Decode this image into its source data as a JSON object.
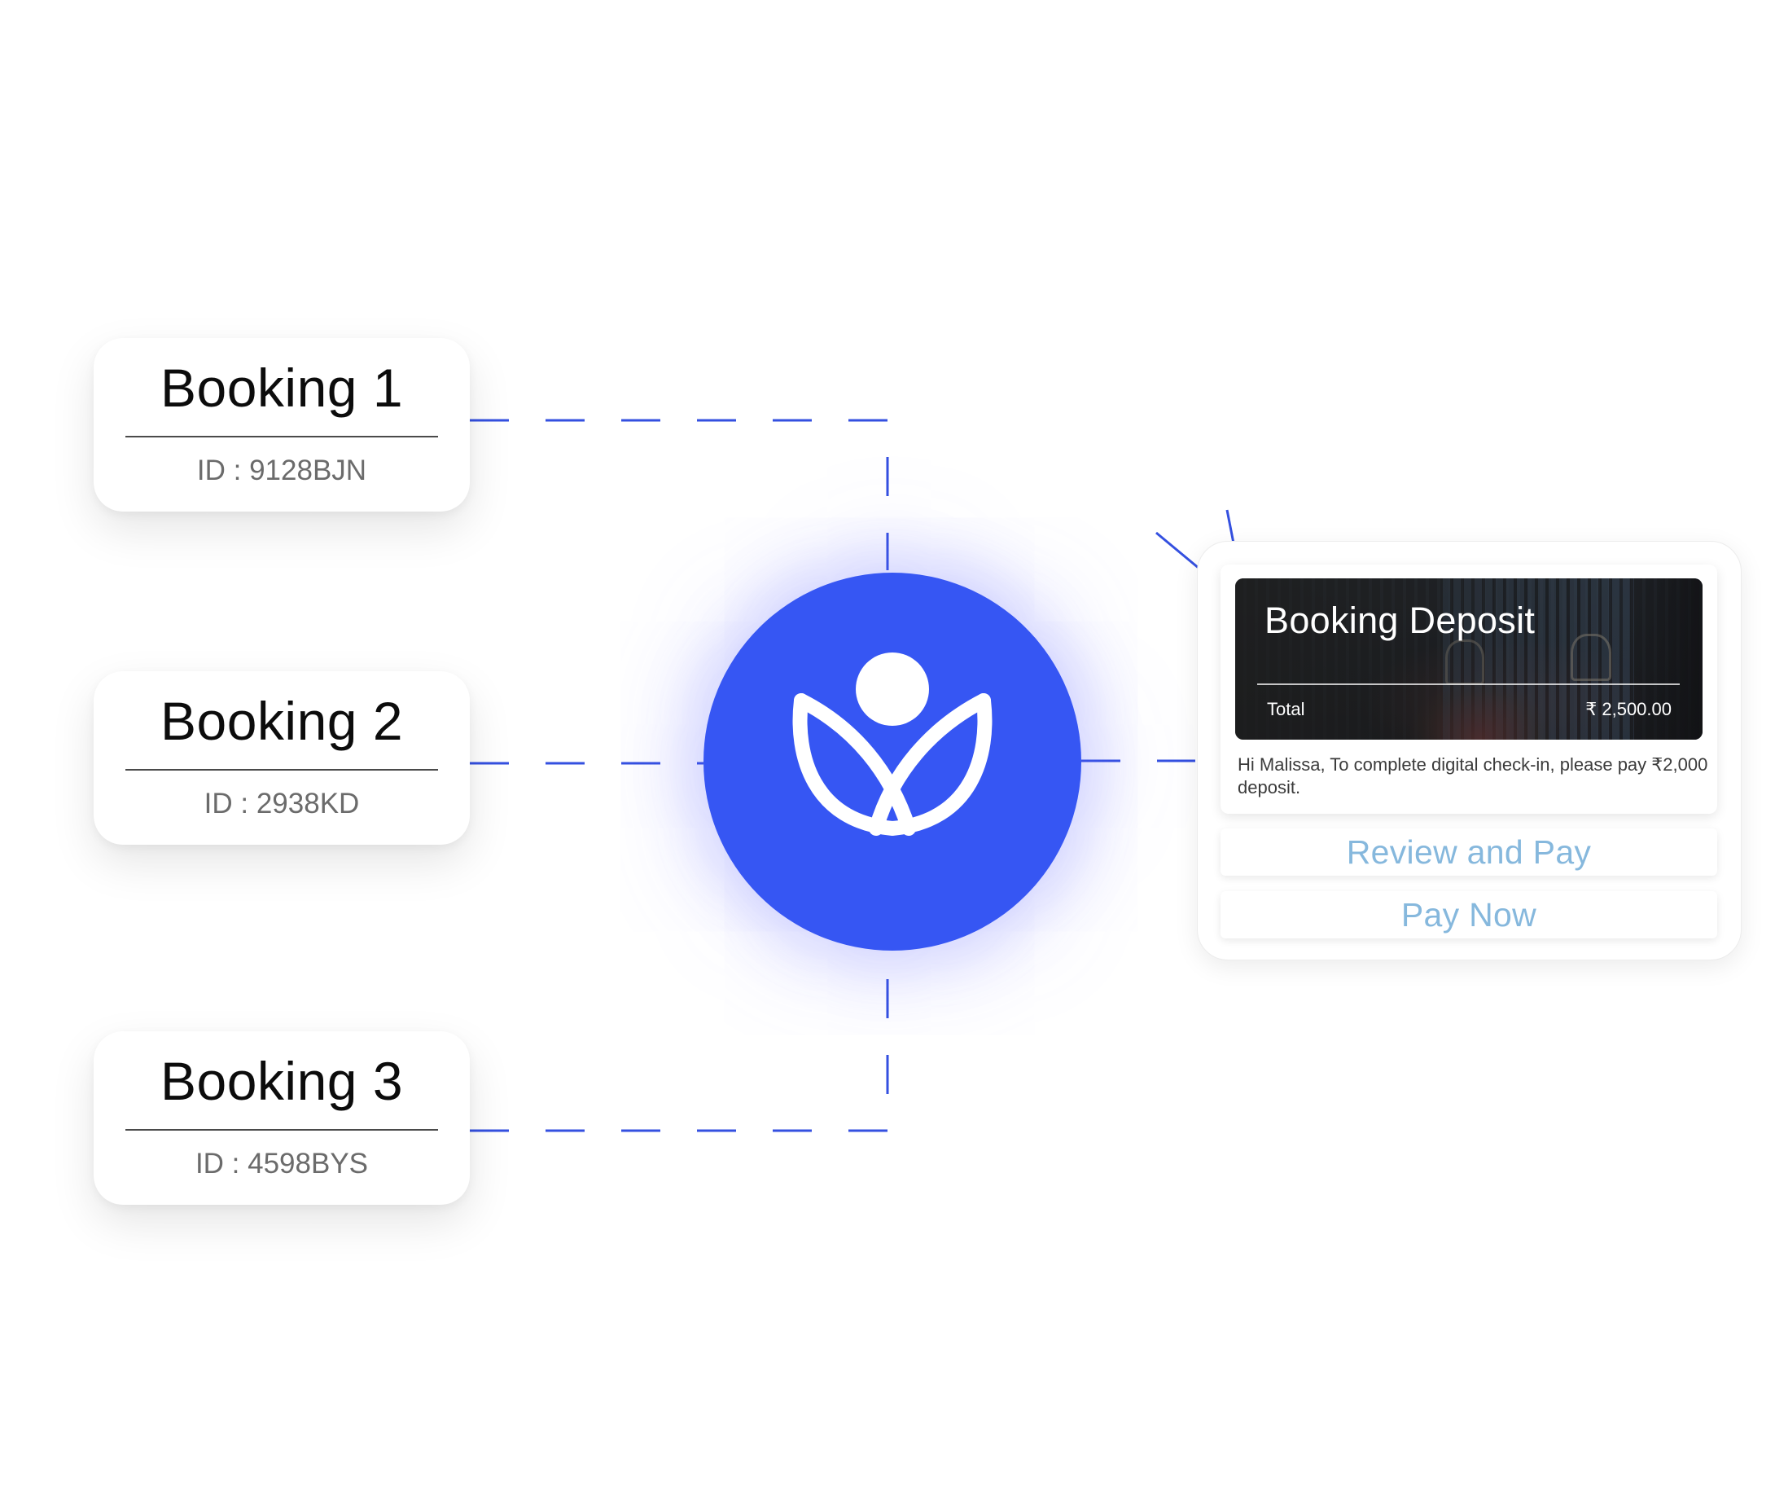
{
  "bookings": [
    {
      "title": "Booking 1",
      "id": "ID : 9128BJN"
    },
    {
      "title": "Booking 2",
      "id": "ID : 2938KD"
    },
    {
      "title": "Booking 3",
      "id": "ID : 4598BYS"
    }
  ],
  "hub": {
    "logo_icon": "tulip-person-logo-icon"
  },
  "deposit": {
    "title": "Booking Deposit",
    "total_label": "Total",
    "total_value": "₹ 2,500.00",
    "message": "Hi Malissa,  To complete digital check-in, please pay ₹2,000 deposit.",
    "buttons": {
      "review": "Review and Pay",
      "pay_now": "Pay Now"
    }
  },
  "colors": {
    "accent": "#3656f3",
    "connector": "#3450e0",
    "button_text": "#86b8dd",
    "title_text": "#0c0c0c",
    "id_text": "#6b6b6b"
  }
}
